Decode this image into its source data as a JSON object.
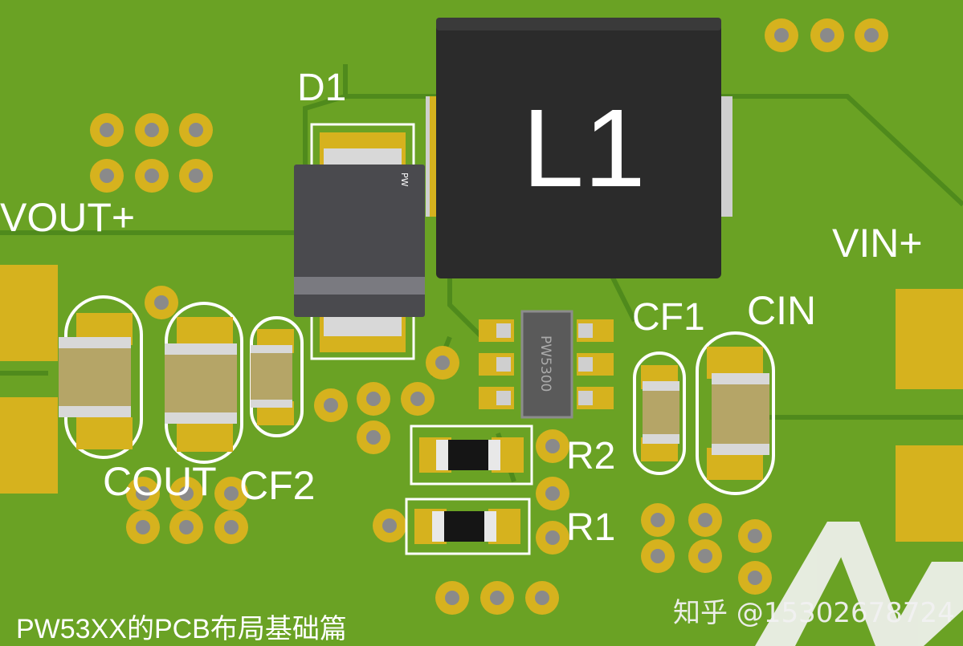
{
  "labels": {
    "d1": "D1",
    "l1": "L1",
    "vout": "VOUT+",
    "vin": "VIN+",
    "cf1": "CF1",
    "cin": "CIN",
    "cout": "COUT",
    "cf2": "CF2",
    "r2": "R2",
    "r1": "R1"
  },
  "part_marks": {
    "pw": "PW",
    "ic": "PW5300"
  },
  "caption": "PW53XX的PCB布局基础篇",
  "watermark": "知乎 @15302678724",
  "colors": {
    "board": "#6aa224",
    "trace": "#4f8a1c",
    "pad": "#d6b21e",
    "silkscreen": "#ffffff",
    "inductor": "#2b2b2b",
    "capacitor": "#b5a567"
  }
}
